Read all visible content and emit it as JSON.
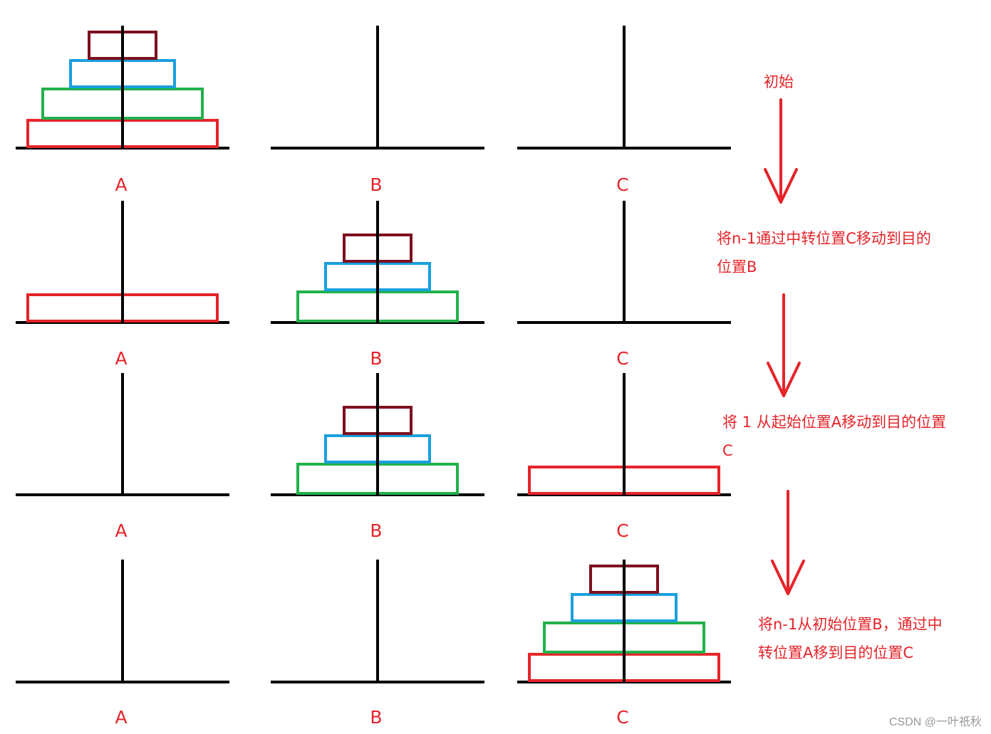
{
  "peg_labels": [
    "A",
    "B",
    "C"
  ],
  "disks": [
    "#7d1020",
    "#1aa0de",
    "#22b14c",
    "#e5242a"
  ],
  "line_color": "#000000",
  "arrow_color": "#e5242a",
  "text_color": "#e5242a",
  "rows": [
    {
      "stacks": [
        [
          0,
          1,
          2,
          3
        ],
        [],
        []
      ]
    },
    {
      "stacks": [
        [
          3
        ],
        [
          0,
          1,
          2
        ],
        []
      ]
    },
    {
      "stacks": [
        [],
        [
          0,
          1,
          2
        ],
        [
          3
        ]
      ]
    },
    {
      "stacks": [
        [],
        [],
        [
          0,
          1,
          2,
          3
        ]
      ]
    }
  ],
  "steps": [
    {
      "lines": [
        "初始"
      ]
    },
    {
      "lines": [
        "将n-1通过中转位置C移动到目的",
        "位置B"
      ]
    },
    {
      "lines": [
        "将 1 从起始位置A移动到目的位置",
        "C"
      ]
    },
    {
      "lines": [
        "将n-1从初始位置B，通过中",
        "转位置A移到目的位置C"
      ]
    }
  ],
  "watermark": "CSDN @一叶祇秋"
}
